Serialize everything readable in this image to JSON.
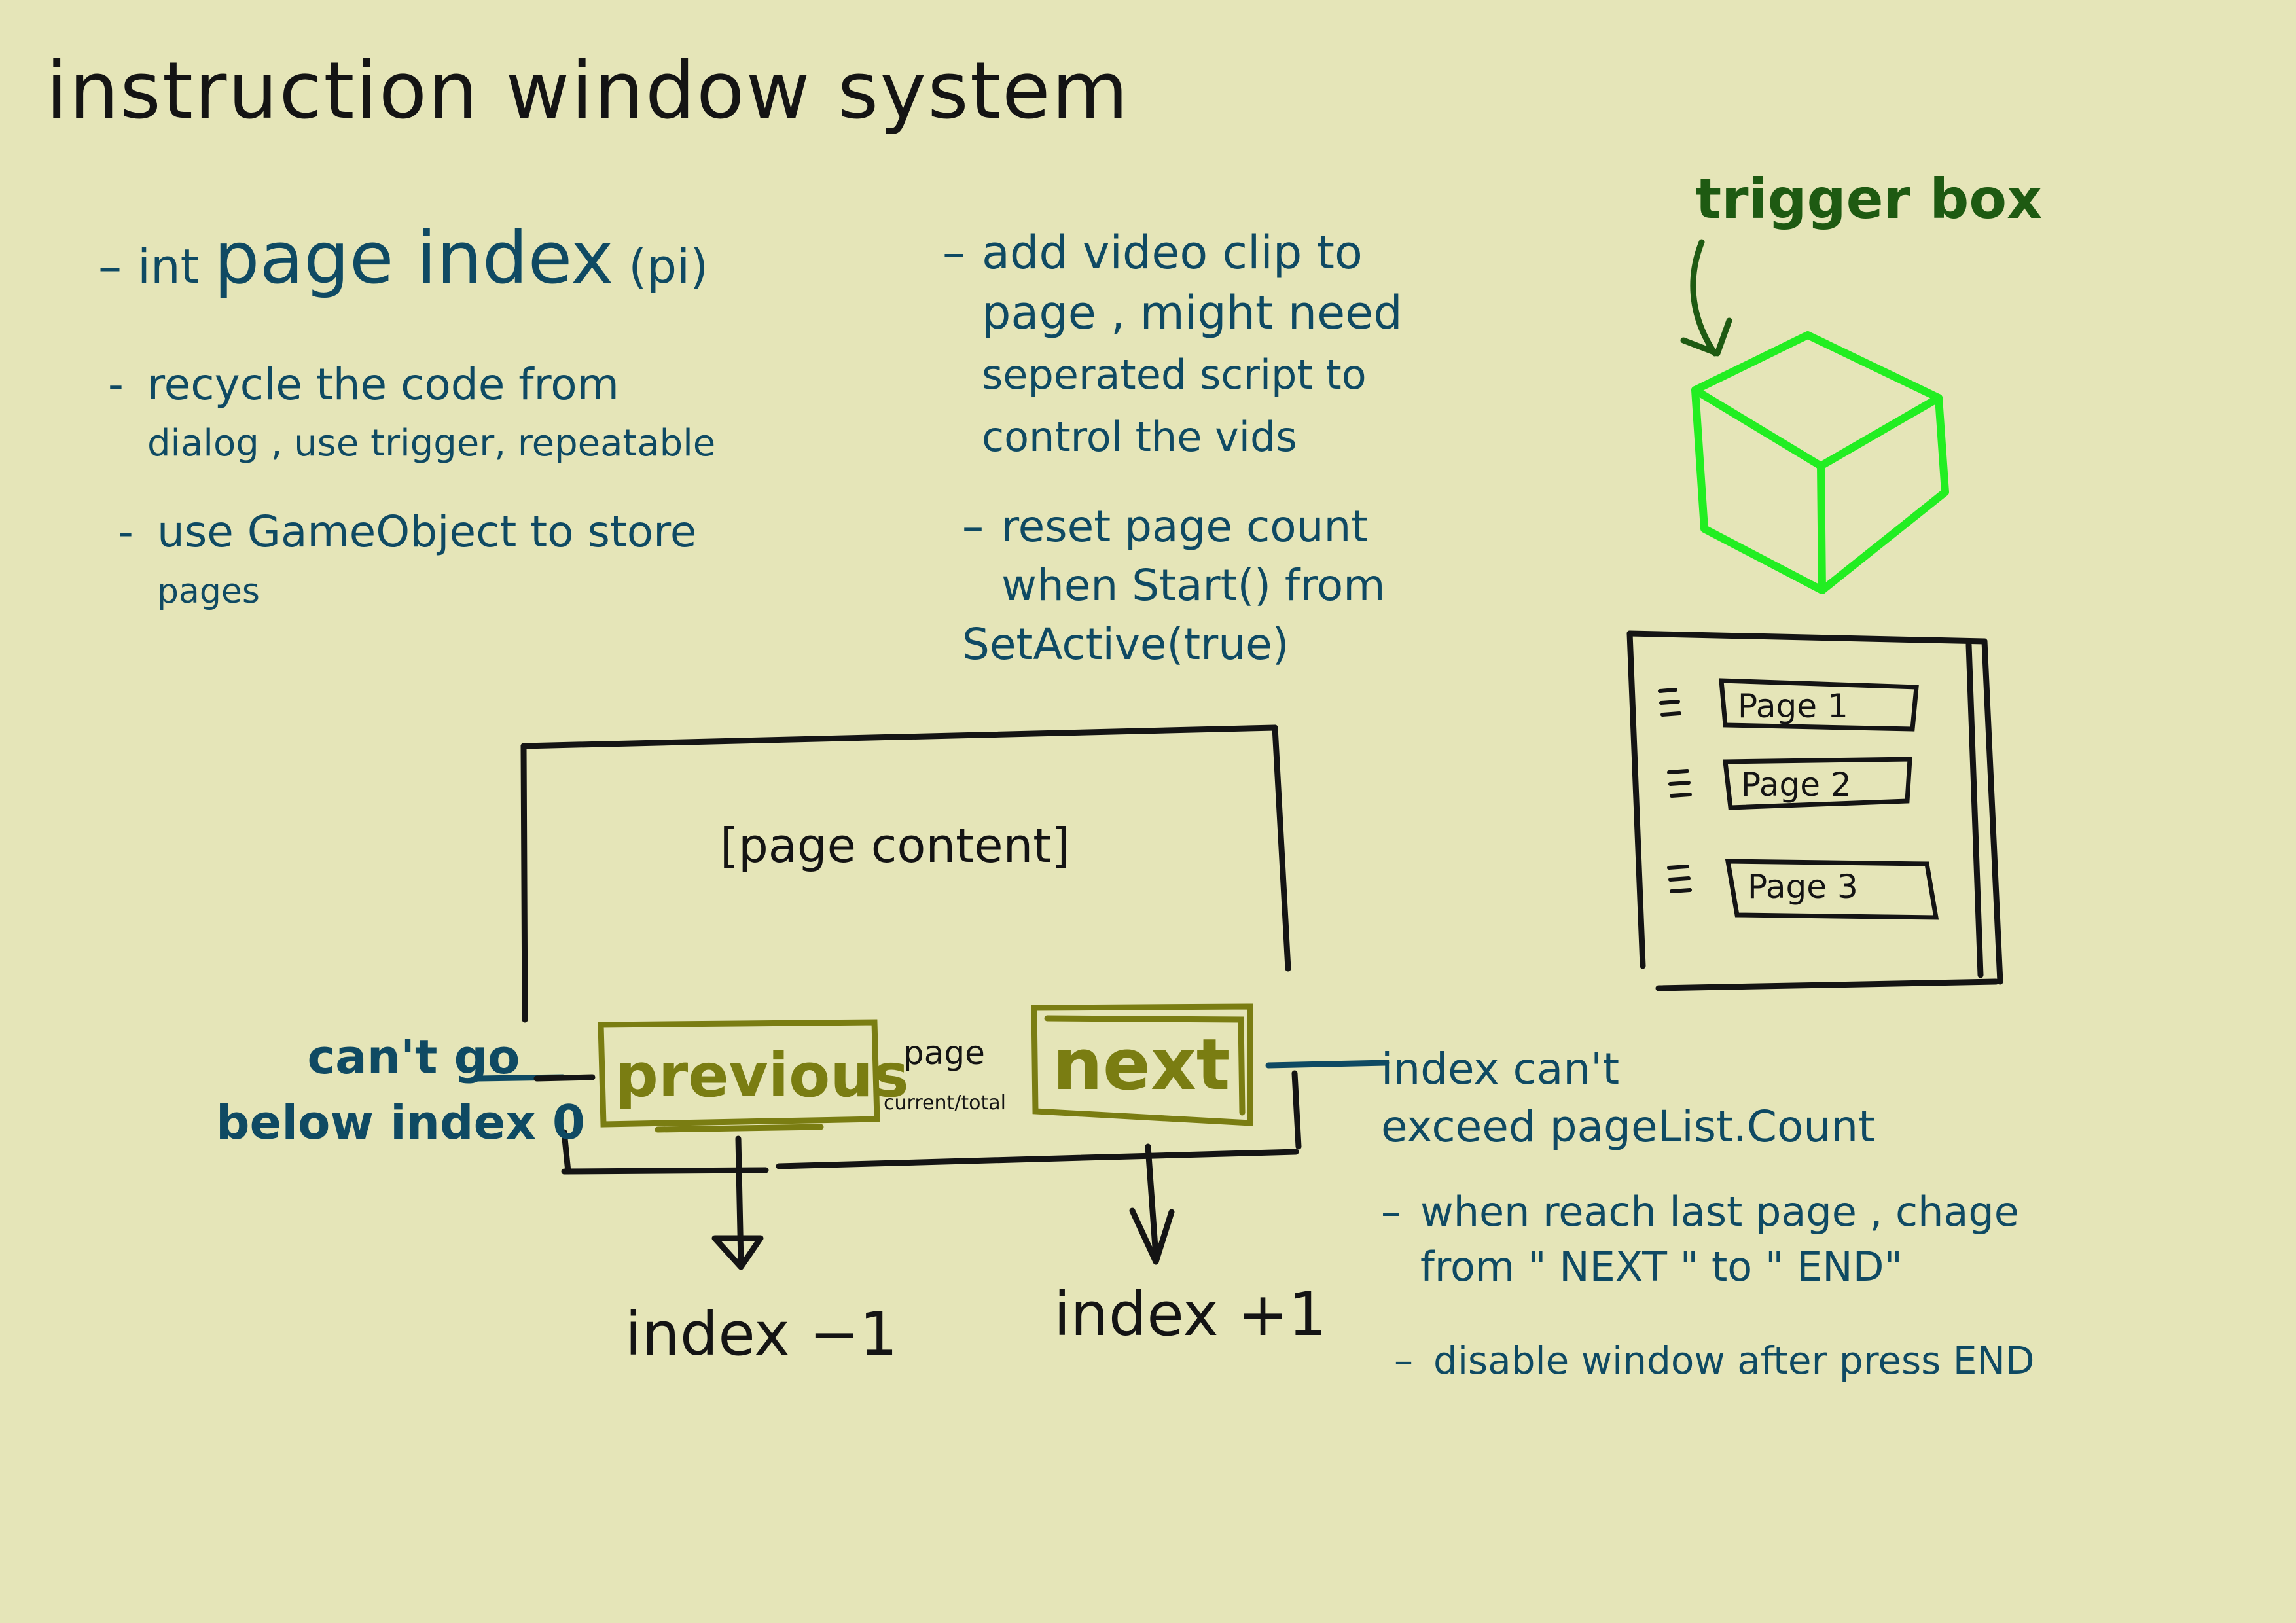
{
  "title": "instruction window system",
  "notes_left": {
    "n1_prefix": "int",
    "n1_main": "page index",
    "n1_suffix": "(pi)",
    "n2_line1": "recycle the code from",
    "n2_line2": "dialog , use trigger, repeatable",
    "n3_line1": "use GameObject to store",
    "n3_line2": "pages"
  },
  "notes_middle": {
    "n1_line1": "add video clip to",
    "n1_line2": "page , might need",
    "n1_line3": "seperated script to",
    "n1_line4": "control the vids",
    "n2_line1": "reset page count",
    "n2_line2": "when Start() from",
    "n2_line3": "SetActive(true)"
  },
  "trigger_box": {
    "label": "trigger box",
    "color": "#22ee22"
  },
  "page_list": {
    "items": [
      "Page 1",
      "Page 2",
      "Page 3"
    ]
  },
  "window": {
    "content_label": "[page content]",
    "previous_label": "previous",
    "next_label": "next",
    "page_label": "page",
    "page_sub_label": "current/total",
    "previous_result": "index −1",
    "next_result": "index +1"
  },
  "annotations": {
    "left_line1": "can't go",
    "left_line2": "below index 0",
    "right1_line1": "index can't",
    "right1_line2": "exceed pageList.Count",
    "right2_line1": "when reach last page , chage",
    "right2_line2": "from \" NEXT \" to \" END\"",
    "right3": "disable window after press END"
  },
  "colors": {
    "background": "#e5e5b8",
    "ink": "#141414",
    "notes": "#0f4a63",
    "trigger": "#1e5a12",
    "buttons": "#7a7d12"
  }
}
